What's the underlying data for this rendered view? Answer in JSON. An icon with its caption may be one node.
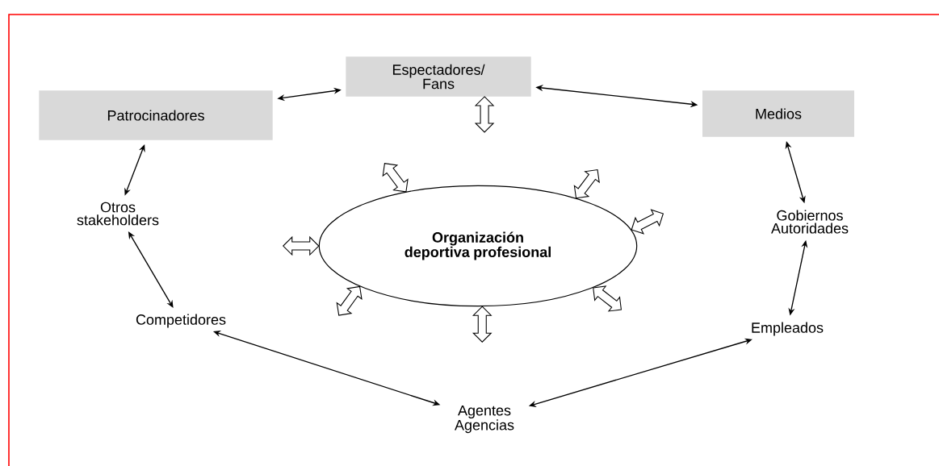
{
  "diagram": {
    "nodes": [
      {
        "text": [
          "Espectadores/ Fans"
        ]
      },
      {
        "text": [
          "Patrocinadores"
        ]
      },
      {
        "text": [
          "Medios"
        ]
      },
      {
        "text": [
          "**Organización deportiva profesional**"
        ]
      },
      {
        "text": [
          "Otros stakeholders"
        ]
      },
      {
        "text": [
          "Gobiernos Autoridades"
        ]
      },
      {
        "text": [
          "Competidores"
        ]
      },
      {
        "text": [
          "Empleados"
        ]
      },
      {
        "text": [
          "Agentes Agencias"
        ]
      }
    ],
    "edges": [
      {
        "from": 1,
        "to": 0,
        "arrow": "both"
      },
      {
        "from": 0,
        "to": 2,
        "arrow": "both"
      },
      {
        "from": 1,
        "to": 4,
        "arrow": "both"
      },
      {
        "from": 2,
        "to": 5,
        "arrow": "both"
      },
      {
        "from": 4,
        "to": 6,
        "arrow": "both"
      },
      {
        "from": 5,
        "to": 7,
        "arrow": "both"
      },
      {
        "from": 6,
        "to": 8,
        "arrow": "both"
      },
      {
        "from": 8,
        "to": 7,
        "arrow": "both"
      },
      {
        "from": null,
        "to": 0,
        "arrow": "both",
        "style": "thick"
      },
      {
        "from": 3,
        "to": null,
        "arrow": "both",
        "style": "thick"
      },
      {
        "from": 3,
        "to": null,
        "arrow": "both",
        "style": "thick"
      },
      {
        "from": 3,
        "to": null,
        "arrow": "both",
        "style": "thick"
      },
      {
        "from": 3,
        "to": null,
        "arrow": "both",
        "style": "thick"
      },
      {
        "from": 3,
        "to": null,
        "arrow": "both",
        "style": "thick"
      },
      {
        "from": 3,
        "to": null,
        "arrow": "both",
        "style": "thick"
      },
      {
        "from": 3,
        "to": null,
        "arrow": "both",
        "style": "thick"
      }
    ]
  }
}
